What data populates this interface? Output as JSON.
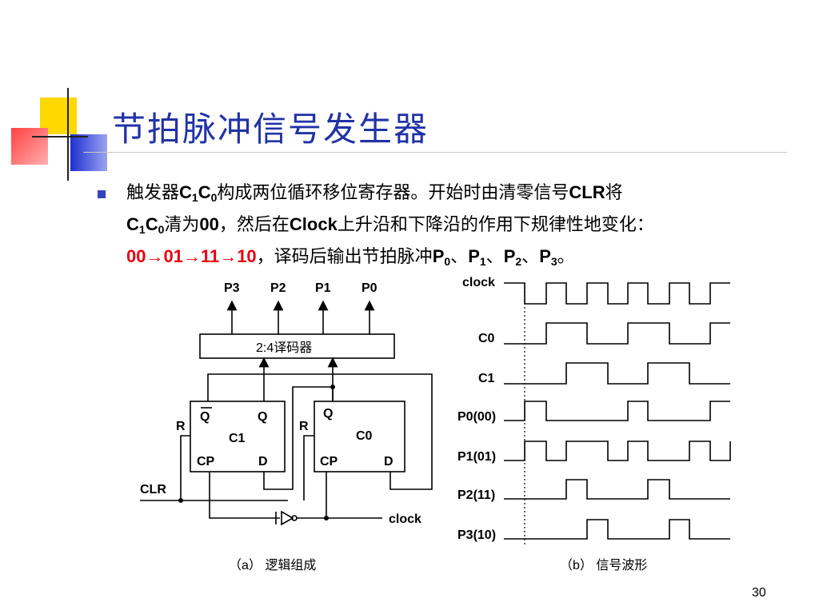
{
  "slide": {
    "title": "节拍脉冲信号发生器",
    "page_number": "30",
    "bullet": {
      "t1": "触发器",
      "c1": "C",
      "c1sub": "1",
      "c0": "C",
      "c0sub": "0",
      "t2": "构成两位循环移位寄存器。开始时由清零信号",
      "clr": "CLR",
      "t3": "将",
      "c1b": "C",
      "c1bsub": "1",
      "c0b": "C",
      "c0bsub": "0",
      "t4": "清为",
      "zero": "00",
      "t5": "，然后在",
      "clock": "Clock",
      "t6": "上升沿和下降沿的作用下规律性地变化：",
      "sequence": "00→01→11→10",
      "t7": "，译码后输出节拍脉冲",
      "p": "P",
      "p0sub": "0",
      "p1sub": "1",
      "p2sub": "2",
      "p3sub": "3",
      "sep": "、",
      "end": "。"
    }
  },
  "logic_diagram": {
    "outputs": [
      "P3",
      "P2",
      "P1",
      "P0"
    ],
    "decoder_label": "2:4译码器",
    "ff1": {
      "qbar": "Q",
      "q": "Q",
      "name": "C1",
      "cp": "CP",
      "d": "D",
      "r": "R"
    },
    "ff0": {
      "q": "Q",
      "name": "C0",
      "cp": "CP",
      "d": "D",
      "r": "R"
    },
    "clr_label": "CLR",
    "clock_label": "clock",
    "caption": "（a） 逻辑组成"
  },
  "waveform": {
    "signals": [
      "clock",
      "C0",
      "C1",
      "P0(00)",
      "P1(01)",
      "P2(11)",
      "P3(10)"
    ],
    "caption": "（b） 信号波形"
  },
  "colors": {
    "title": "#2233a6",
    "accent_red": "#e8000f",
    "bullet": "#3344bb"
  }
}
